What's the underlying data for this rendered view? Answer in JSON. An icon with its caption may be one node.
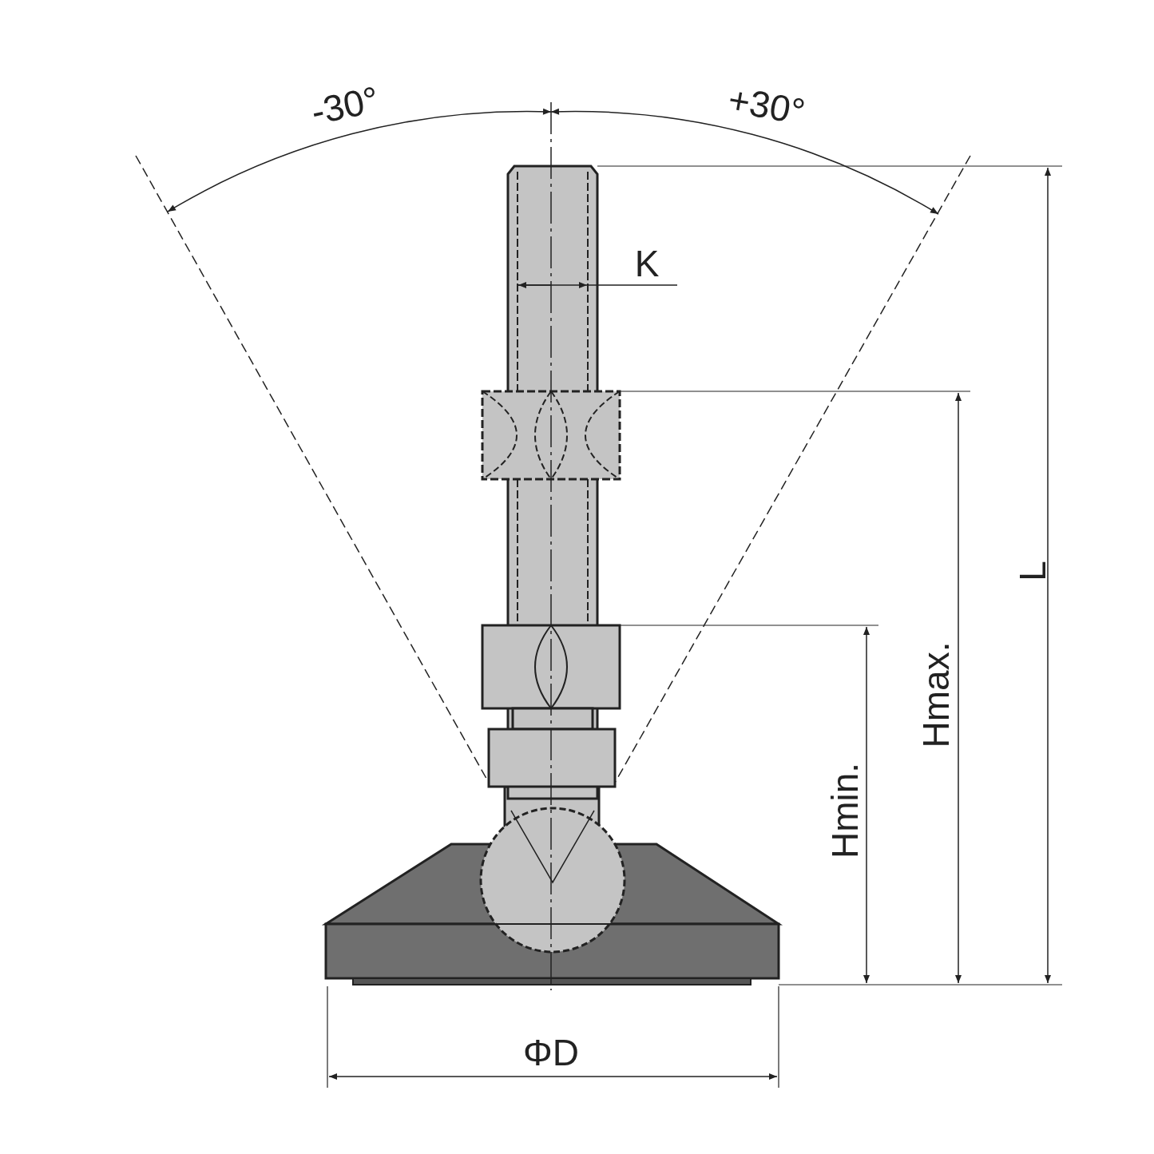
{
  "diagram": {
    "labels": [
      "-30°",
      "+30°",
      "K",
      "L",
      "Hmax.",
      "Hmin.",
      "ΦD"
    ]
  }
}
